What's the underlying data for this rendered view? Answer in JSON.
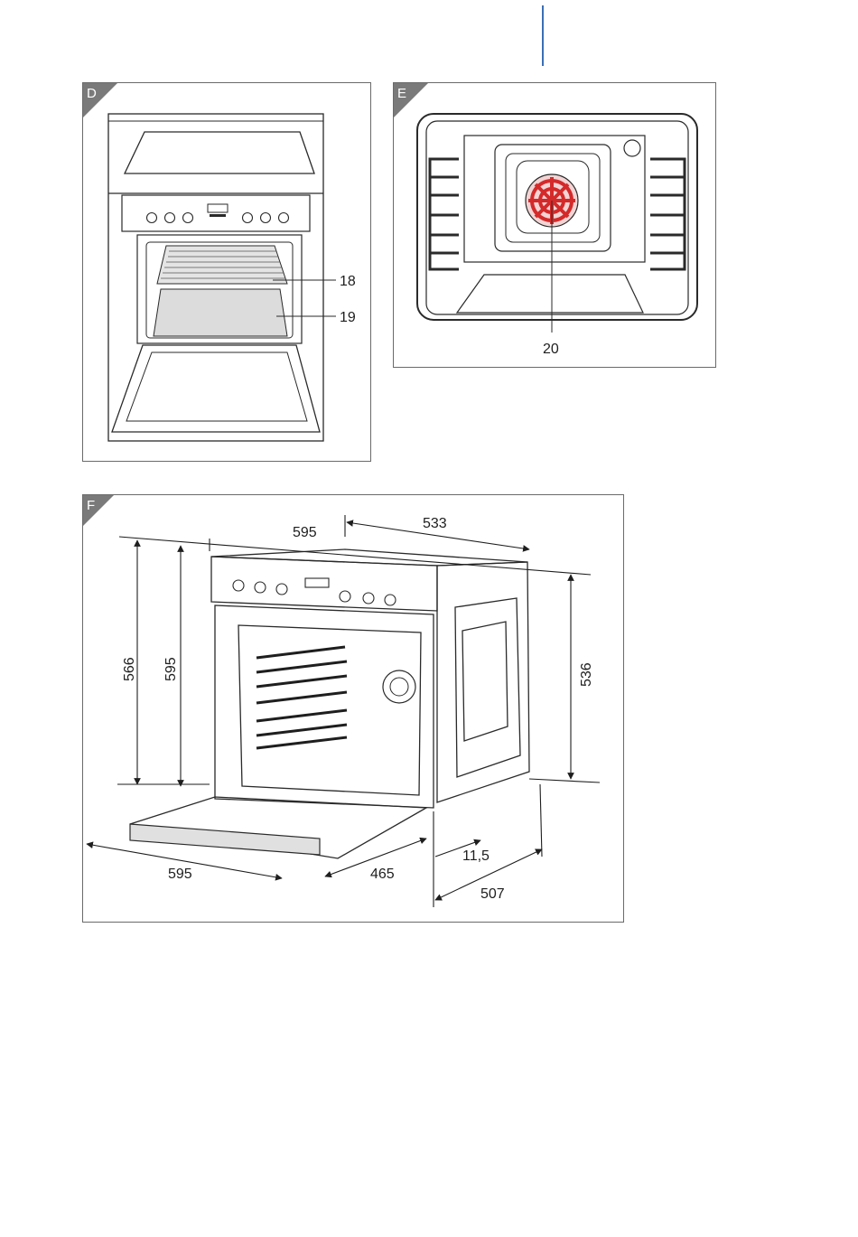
{
  "colors": {
    "accent_line": "#3b6fb6",
    "panel_border": "#6a6a6a",
    "corner_tab": "#7a7a7a",
    "line": "#2a2a2a",
    "fan_red": "#d42a2a",
    "glass": "#dcdcdc"
  },
  "panels": {
    "d": {
      "letter": "D",
      "callouts": [
        "18",
        "19"
      ]
    },
    "e": {
      "letter": "E",
      "callouts": [
        "20"
      ]
    },
    "f": {
      "letter": "F",
      "dimensions": {
        "top_width": "595",
        "top_depth": "533",
        "height_outer": "566",
        "height_inner": "595",
        "right_height": "536",
        "bottom_width": "595",
        "bottom_depth": "465",
        "gap": "11,5",
        "total_depth": "507"
      }
    }
  }
}
